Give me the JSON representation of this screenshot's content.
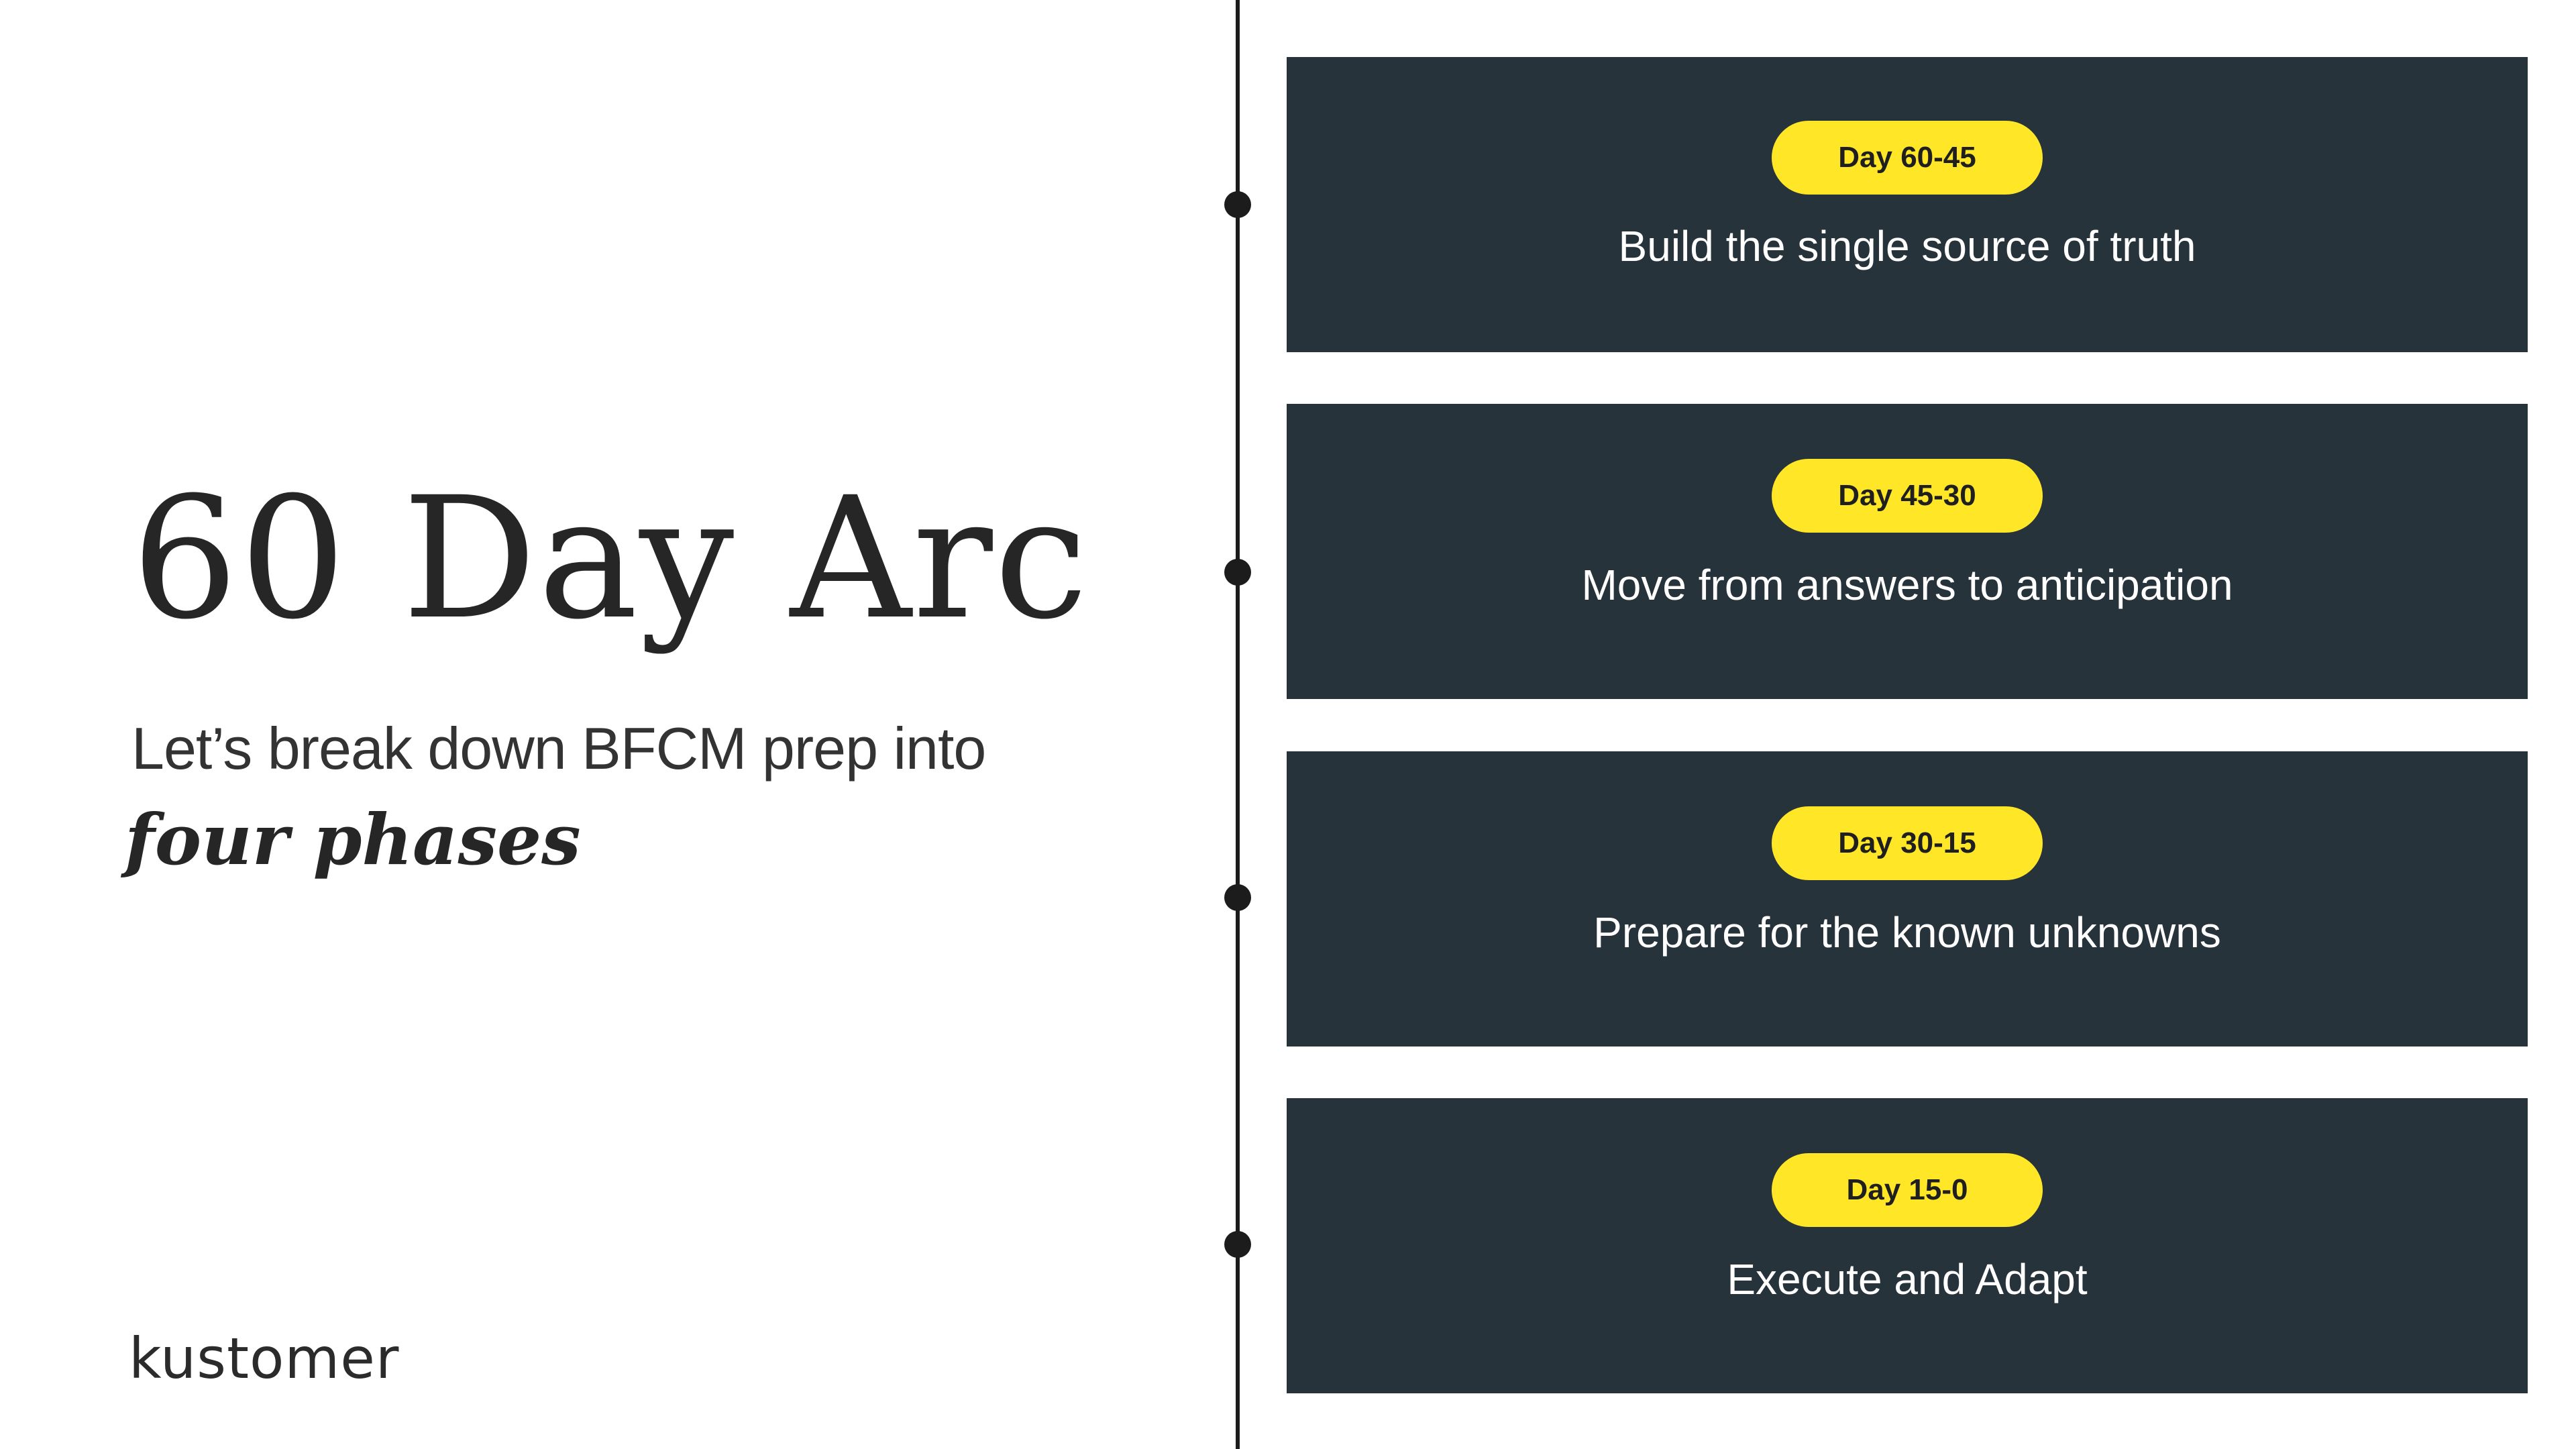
{
  "title": "60 Day Arc",
  "subtitle": "Let’s  break down BFCM prep into",
  "emphasis": "four phases",
  "logo": "kustomer",
  "colors": {
    "card_background": "#27333b",
    "pill_background": "#ffe627",
    "timeline": "#1c1c1c",
    "text_dark": "#262626"
  },
  "phases": [
    {
      "days": "Day 60-45",
      "text": "Build the single source of truth"
    },
    {
      "days": "Day 45-30",
      "text": "Move from answers to anticipation"
    },
    {
      "days": "Day 30-15",
      "text": "Prepare for the known unknowns"
    },
    {
      "days": "Day 15-0",
      "text": "Execute and Adapt"
    }
  ]
}
